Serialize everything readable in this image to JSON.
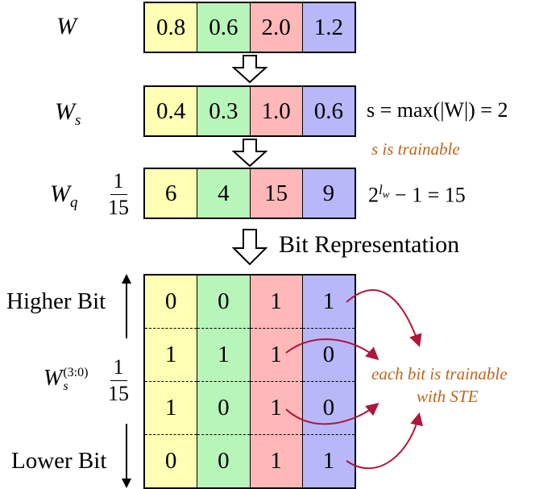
{
  "rows": {
    "w": {
      "label": "W",
      "values": [
        "0.8",
        "0.6",
        "2.0",
        "1.2"
      ]
    },
    "ws": {
      "label": "W",
      "sub": "s",
      "values": [
        "0.4",
        "0.3",
        "1.0",
        "0.6"
      ],
      "equation": "s = max(|W|) = 2",
      "note": "s is trainable"
    },
    "wq": {
      "label": "W",
      "sub": "q",
      "values": [
        "6",
        "4",
        "15",
        "9"
      ],
      "frac_num": "1",
      "frac_den": "15",
      "equation_base": "2",
      "equation_exp": "l",
      "equation_exp_sub": "w",
      "equation_rest": " − 1 = 15"
    }
  },
  "bit_repr_label": "Bit Representation",
  "bits": {
    "label": "W",
    "sub": "s",
    "sup": "(3:0)",
    "frac_num": "1",
    "frac_den": "15",
    "higher_label": "Higher Bit",
    "lower_label": "Lower Bit",
    "columns": [
      [
        "0",
        "1",
        "1",
        "0"
      ],
      [
        "0",
        "1",
        "0",
        "0"
      ],
      [
        "1",
        "1",
        "1",
        "1"
      ],
      [
        "1",
        "0",
        "0",
        "1"
      ]
    ],
    "note_line1": "each bit is trainable",
    "note_line2": "with STE"
  },
  "colors": {
    "yellow": "#ffffb3",
    "green": "#b8f5b8",
    "red": "#ffb8b8",
    "blue": "#b8b8f8",
    "arrow": "#b0153a",
    "note": "#c0651a"
  }
}
